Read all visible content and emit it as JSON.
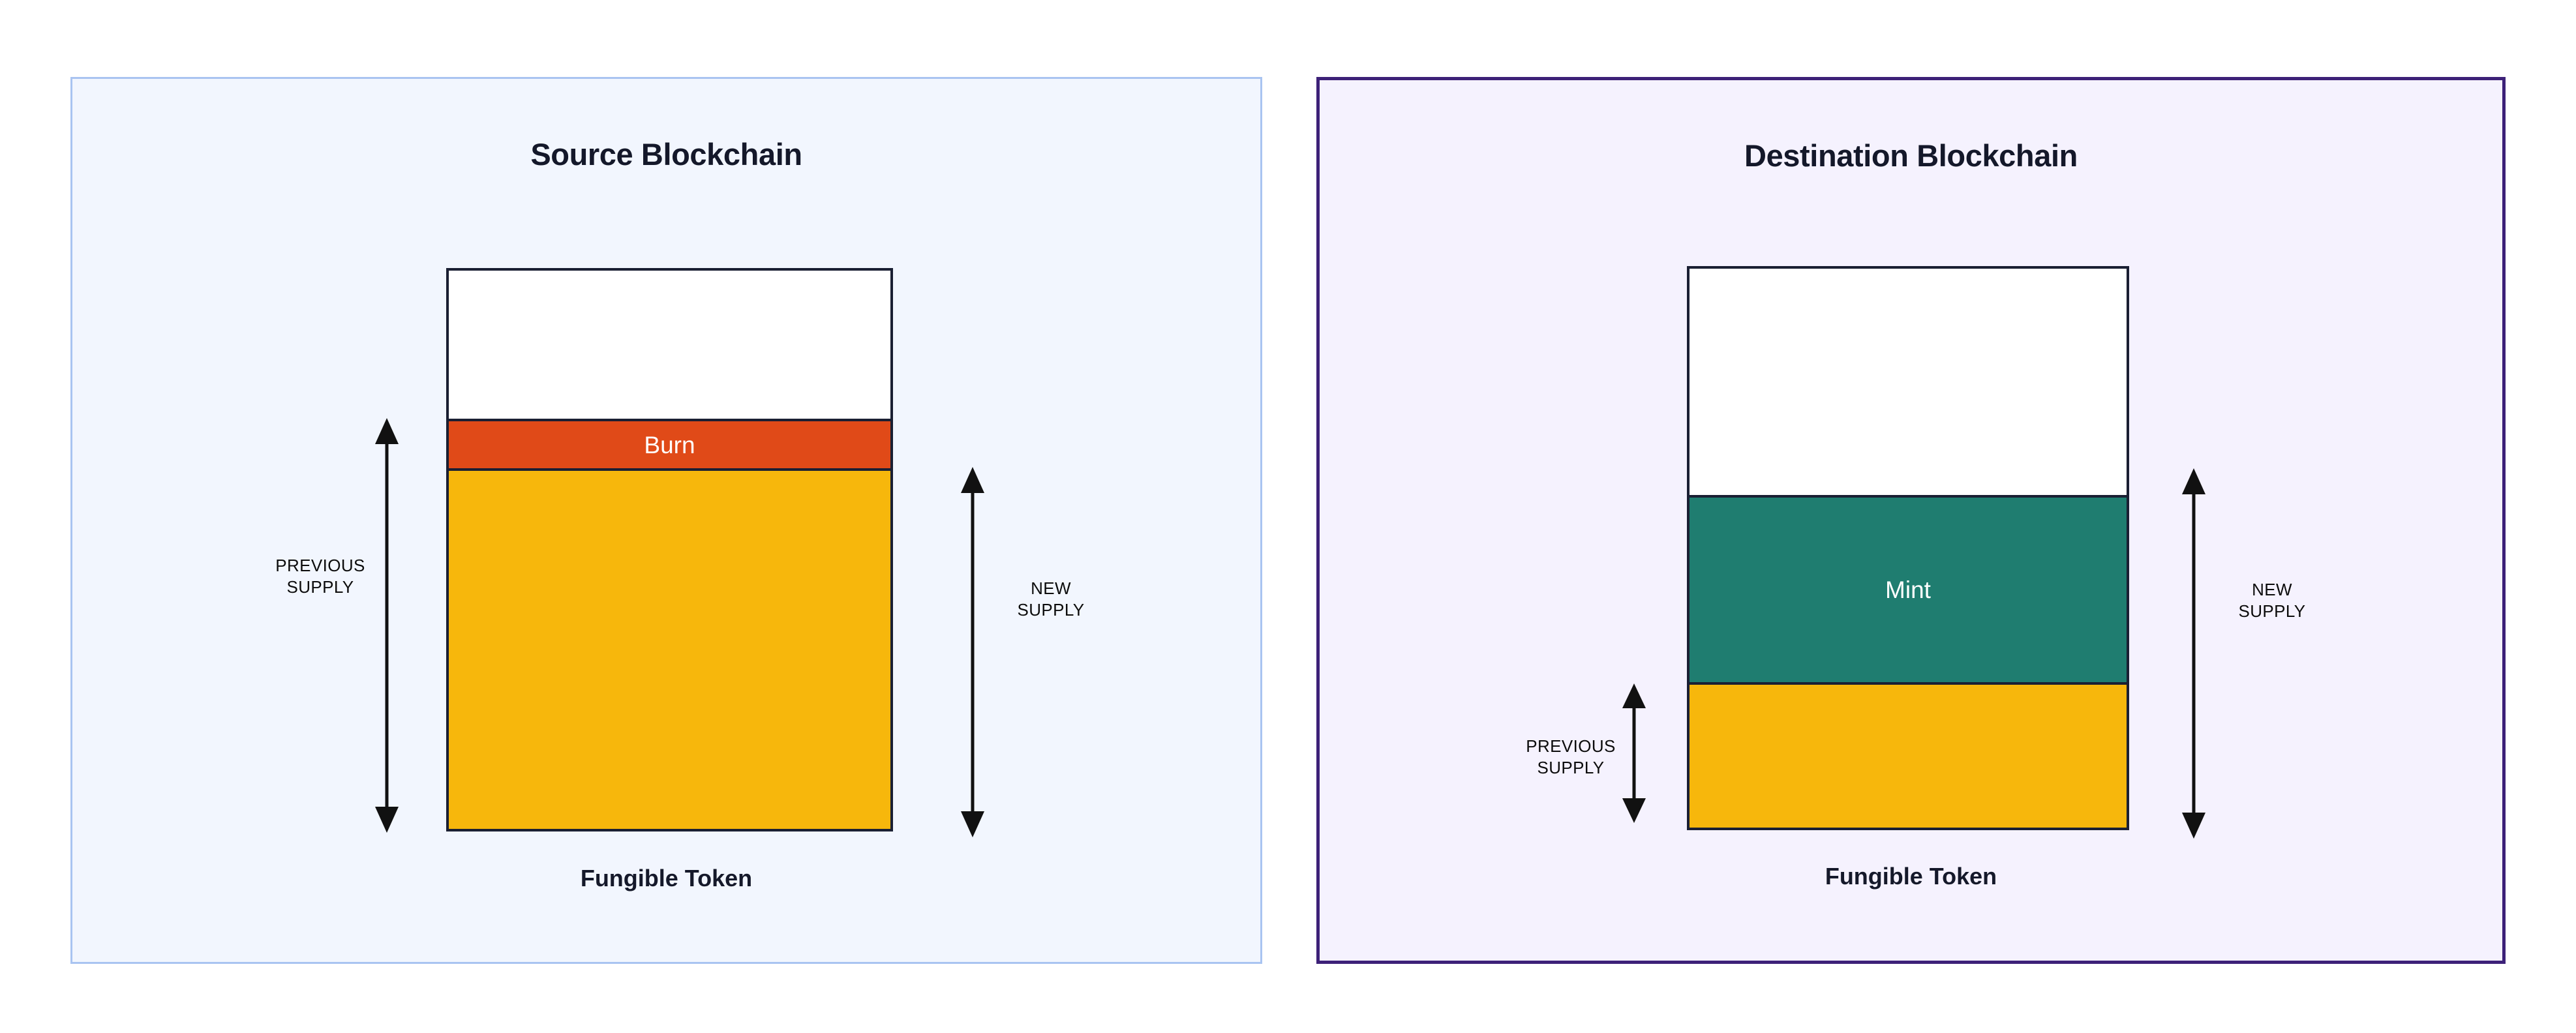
{
  "diagram": {
    "title_left": "Source Blockchain",
    "title_right": "Destination Blockchain",
    "colors": {
      "burn": "#e04a18",
      "mint": "#1f7d70",
      "existing_supply": "#f7b70c",
      "bar_outline": "#1a1f33",
      "source_panel_border": "#a9c4f1",
      "source_panel_fill": "#f2f6fe",
      "destination_panel_border": "#3d2178",
      "destination_panel_fill": "#f5f2fe",
      "text": "#14182a"
    }
  },
  "source_panel": {
    "title": "Source Blockchain",
    "footer": "Fungible Token",
    "segments": [
      {
        "name": "headroom",
        "label": "",
        "fill": "#ffffff",
        "height_pct": 26.5
      },
      {
        "name": "burn",
        "label": "Burn",
        "fill": "#e04a18",
        "height_pct": 9.4
      },
      {
        "name": "existing",
        "label": "",
        "fill": "#f7b70c",
        "height_pct": 64.1
      }
    ],
    "measures": [
      {
        "name": "previous-supply",
        "label": "PREVIOUS\nSUPPLY",
        "side": "left"
      },
      {
        "name": "new-supply",
        "label": "NEW\nSUPPLY",
        "side": "right"
      }
    ]
  },
  "destination_panel": {
    "title": "Destination Blockchain",
    "footer": "Fungible Token",
    "segments": [
      {
        "name": "headroom",
        "label": "",
        "fill": "#ffffff",
        "height_pct": 40.5
      },
      {
        "name": "mint",
        "label": "Mint",
        "fill": "#1f7d70",
        "height_pct": 34.0
      },
      {
        "name": "existing",
        "label": "",
        "fill": "#f7b70c",
        "height_pct": 25.5
      }
    ],
    "measures": [
      {
        "name": "previous-supply",
        "label": "PREVIOUS\nSUPPLY",
        "side": "left"
      },
      {
        "name": "new-supply",
        "label": "NEW\nSUPPLY",
        "side": "right"
      }
    ]
  }
}
